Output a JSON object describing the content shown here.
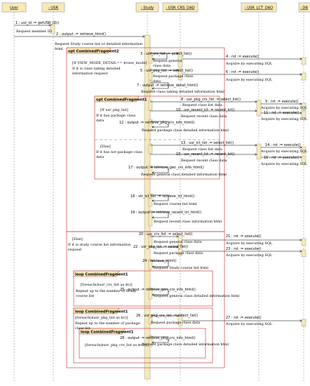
{
  "lifelines": [
    "User",
    ": USR",
    ": Study",
    ": USR_CRS_DAO",
    ": USR_LCT_DAO",
    ": DB"
  ],
  "fragments": {
    "f_outer": "opt CombinedFragment2",
    "f1": "opt CombinedFragment1",
    "f2": "loop CombinedFragment1",
    "f3": "loop CombinedFragment1",
    "f4": "loop CombinedFragment1"
  },
  "guards": {
    "g_view": "[If VIEW_MODE_DETAIL== $view_mode]",
    "g_view2": "If it is class taking detailed",
    "g_view3": "information request",
    "g_pkg": "[If usr_pkg_list]",
    "g_pkg2": "If it has package class",
    "g_pkg3": "data",
    "g_else1": "[Else]",
    "g_else1b": "If it has not package class",
    "g_else1c": "data",
    "g_else2": "[Else]",
    "g_else2b": "If it is study course list information",
    "g_else2c": "request",
    "g_loop1": "[foreach($usr_crs_list as $v)]",
    "g_loop1b": "Repeat up to the number of Study",
    "g_loop1c": "course list",
    "g_loop2": "[foreach($usr_pkg_list as $v)]",
    "g_loop2b": "Repeat up to the number of package",
    "g_loop2c": "class list",
    "g_loop3": "[foreach($usr_pkg_crs_list as $v2)]"
  },
  "messages": {
    "m1": "1 : usr_id := getUSR_ID()",
    "m1n": "Request member ID",
    "m2": "2 : output := retrieve_html()",
    "m2n": "Request Study course list or detailed information",
    "m2n2": "html",
    "m3": "3 : usr_crs_list := select_list()",
    "m3n": "Request general",
    "m3n2": "class data",
    "m4": "4 : rst := execute()",
    "m4n": "Acquire by executing SQL",
    "m5": "5 : usr_pkg_list := select_list()",
    "m5n": "Request package class",
    "m5n2": "data",
    "m6": "6 : rst := execute()",
    "m6n": "Acquire by executing SQL",
    "m7": "7 : output := retrieve_detail_html()",
    "m7n": "Request class taking detailed information html",
    "m8": "8 : usr_pkg_crs_list := select_list()",
    "m8n": "Request class list data",
    "m9": "9 : rst := execute()",
    "m9n": "Acquire by executing SQL",
    "m10": "10 : usr_recent_lct := recent_lct()",
    "m10n": "Request recent class data",
    "m11": "11 : rst := execute()",
    "m11n": "Acquire by executing SQL",
    "m12": "12 : output := retrieve_pkg_crs_info_html()",
    "m12n": "Request package class detailed information html",
    "m13": "13 : usr_lct_list := select_list()",
    "m13n": "Request class list data",
    "m14": "14 : rst := execute()",
    "m14n": "Acquire by executing SQL",
    "m15": "15 : usr_recent_lct := recent_lct()",
    "m15n": "Request recent class data",
    "m16": "16 : rst := execute()",
    "m16n": "Acquire by executing SQL",
    "m17": "17 : output := retrieve_gen_crs_info_html()",
    "m17n": "Request general class detailed information html",
    "m18": "18 : str_lct_list := retrieve_lct_html()",
    "m18n": "Request course list html",
    "m19": "19 : output := retrieve_recent_lct_html()",
    "m19n": "Request recent class information html",
    "m20": "20 : usr_crs_list := select_list()",
    "m20n": "Request general class data",
    "m21": "21 : rst := execute()",
    "m21n": "Acquire by executing SQL",
    "m22": "22 : usr_pkg_list := select_list()",
    "m22n": "Request package class data",
    "m23": "23 : rst := execute()",
    "m23n": "Acquire by executing SQL",
    "m24": "24 : retrieve_html()",
    "m24n": "Request Study course list html",
    "m25": "25 : output := retrieve_gen_crs_info_html()",
    "m25n": "Request general class detailed information html",
    "m26": "26 : usr_pkg_crs_list := select_list()",
    "m26n": "Request package class data",
    "m27": "27 : rst := execute()",
    "m27n": "Acquire by executing SQL",
    "m28": "28 : output := retrieve_pkg_crs_info_html()",
    "m28n": "Request package class detailed information html"
  },
  "colors": {
    "fragment": "#cc4444",
    "activation": "#f7e9b8",
    "lifeline_box": "#f7e9b8",
    "line": "#000000"
  }
}
